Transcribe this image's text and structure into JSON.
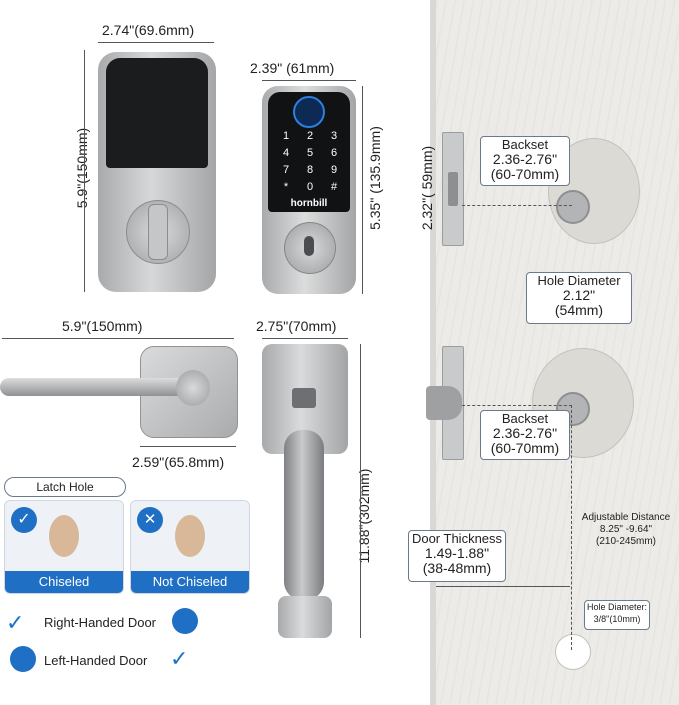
{
  "deadbolt": {
    "width_label": "2.74\"(69.6mm)",
    "height_label": "5.9\"(150mm)"
  },
  "keypad": {
    "width_label": "2.39\"  (61mm)",
    "height_label": "5.35\"  (135.9mm)",
    "brand": "hornbill",
    "keys": [
      "1",
      "2",
      "3",
      "4",
      "5",
      "6",
      "7",
      "8",
      "9",
      "*",
      "0",
      "#"
    ]
  },
  "lever": {
    "length_label": "5.9\"(150mm)",
    "rose_label": "2.59\"(65.8mm)"
  },
  "handleset": {
    "width_label": "2.75\"(70mm)",
    "height_label": "11.88\"(302mm)"
  },
  "latch_hole": {
    "title": "Latch Hole",
    "chiseled": "Chiseled",
    "not_chiseled": "Not Chiseled"
  },
  "handing": {
    "right": "Right-Handed Door",
    "left": "Left-Handed Door"
  },
  "door_specs": {
    "latch_height": "2.32\"( 59mm)",
    "backset_title_1": "Backset",
    "backset_value_1": "2.36-2.76\"",
    "backset_mm_1": "(60-70mm)",
    "hole_title": "Hole Diameter",
    "hole_value": "2.12\"",
    "hole_mm": "(54mm)",
    "backset_title_2": "Backset",
    "backset_value_2": "2.36-2.76\"",
    "backset_mm_2": "(60-70mm)",
    "thickness_title": "Door Thickness",
    "thickness_value": "1.49-1.88\"",
    "thickness_mm": "(38-48mm)",
    "adjust_title": "Adjustable Distance",
    "adjust_value": "8.25\" -9.64\"",
    "adjust_mm": "(210-245mm)",
    "small_hole_title": "Hole Diameter:",
    "small_hole_value": "3/8\"(10mm)"
  },
  "colors": {
    "accent": "#1f6fc4",
    "nickel": "#b9bbbd",
    "door": "#ecebe7"
  }
}
